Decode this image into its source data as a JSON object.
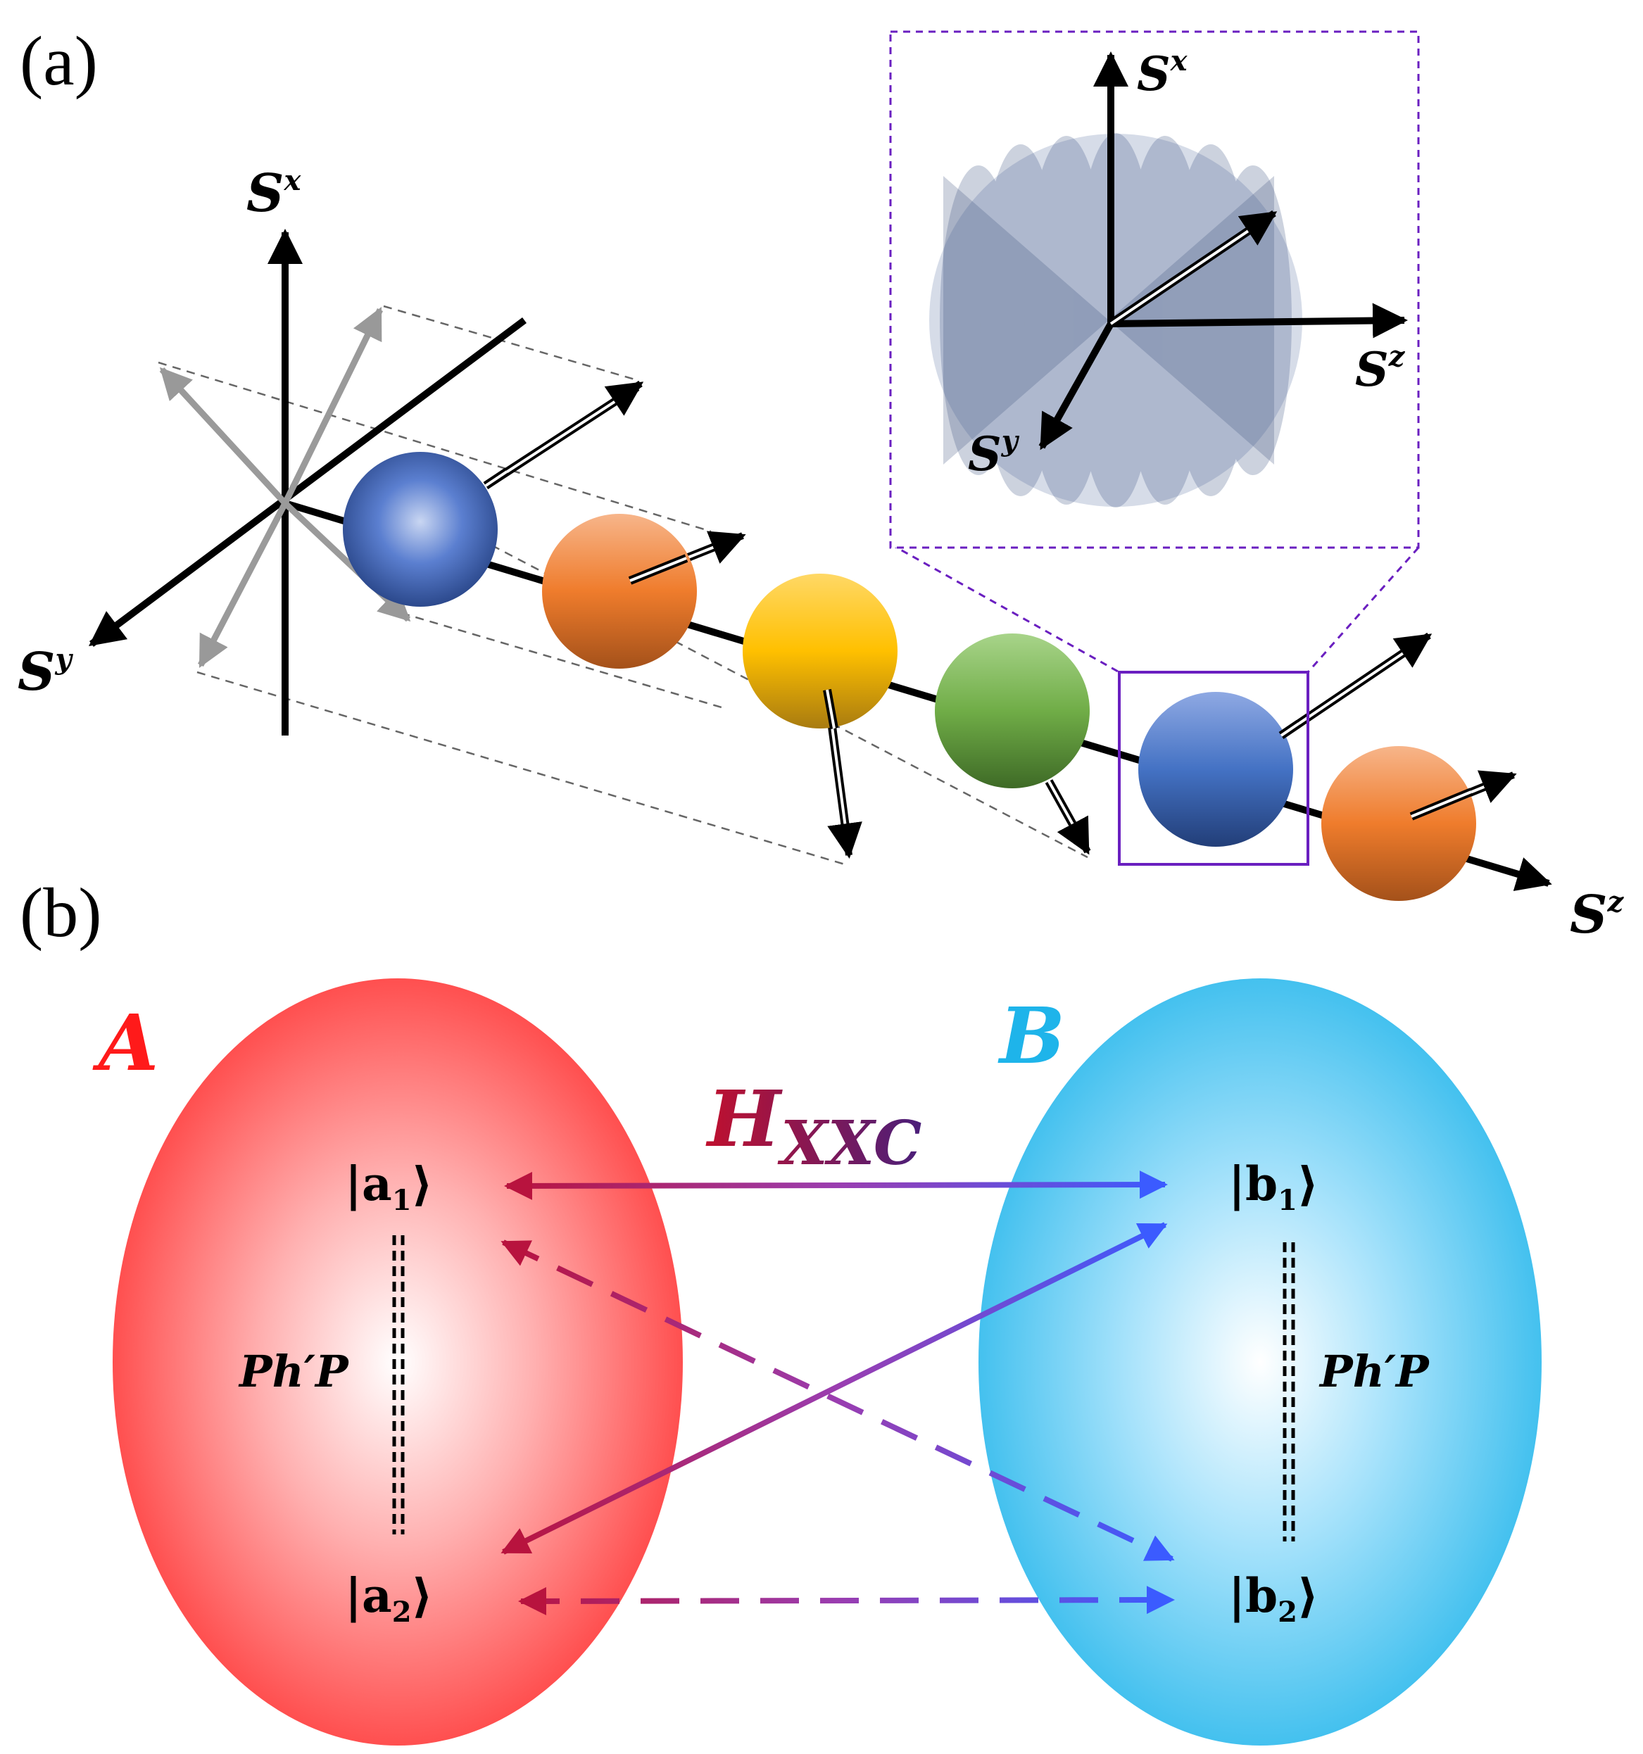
{
  "panel_a": {
    "label": "(a)",
    "axes": {
      "sx": {
        "base": "S",
        "sup": "x"
      },
      "sy": {
        "base": "S",
        "sup": "y"
      },
      "sz": {
        "base": "S",
        "sup": "z"
      }
    },
    "inset": {
      "sx": {
        "base": "S",
        "sup": "x"
      },
      "sy": {
        "base": "S",
        "sup": "y"
      },
      "sz": {
        "base": "S",
        "sup": "z"
      }
    },
    "spheres": [
      {
        "color": "blue"
      },
      {
        "color": "orange"
      },
      {
        "color": "yellow"
      },
      {
        "color": "green"
      },
      {
        "color": "blue"
      },
      {
        "color": "orange"
      }
    ]
  },
  "panel_b": {
    "label": "(b)",
    "subsystem_a": {
      "name": "A",
      "color": "#ff1a1a"
    },
    "subsystem_b": {
      "name": "B",
      "color": "#1eb4ea"
    },
    "coupling": {
      "base": "H",
      "sub": "XXC"
    },
    "states": {
      "a1": {
        "open": "|a",
        "sub": "1",
        "close": "⟩"
      },
      "a2": {
        "open": "|a",
        "sub": "2",
        "close": "⟩"
      },
      "b1": {
        "open": "|b",
        "sub": "1",
        "close": "⟩"
      },
      "b2": {
        "open": "|b",
        "sub": "2",
        "close": "⟩"
      }
    },
    "php_label_a": "Ph′P",
    "php_label_b": "Ph′P"
  }
}
